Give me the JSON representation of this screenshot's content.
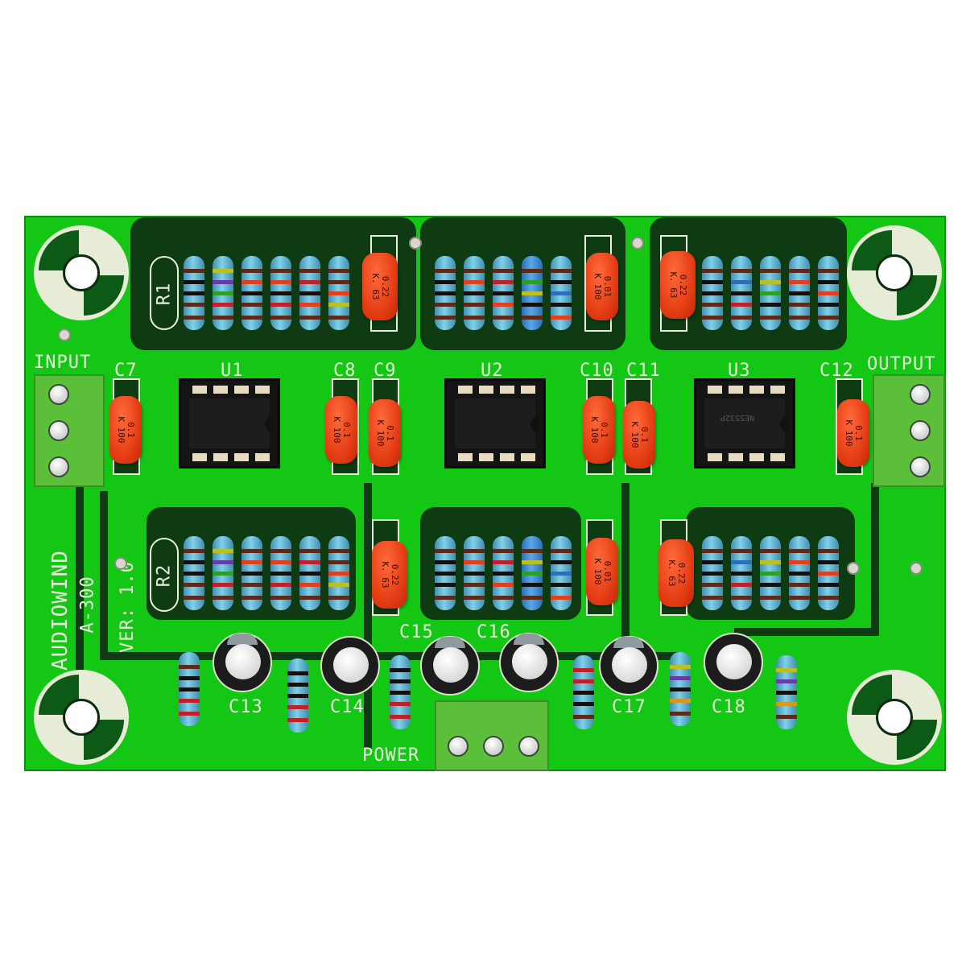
{
  "board": {
    "brand": "AUDIOWIND",
    "model": "A-300",
    "version": "VER: 1.0",
    "colors": {
      "solder_mask": "#15c715",
      "copper_pour": "#0f3b12",
      "silkscreen": "#e8f0dc",
      "terminal": "#5bbf3a"
    }
  },
  "connectors": {
    "input": {
      "label": "INPUT",
      "positions": 3
    },
    "output": {
      "label": "OUTPUT",
      "positions": 3
    },
    "power": {
      "label": "POWER",
      "positions": 3
    }
  },
  "ics": [
    {
      "ref": "U1",
      "marking": ""
    },
    {
      "ref": "U2",
      "marking": ""
    },
    {
      "ref": "U3",
      "marking": "NE5532P"
    }
  ],
  "resistor_banks": [
    {
      "ref": "R1"
    },
    {
      "ref": "R2"
    }
  ],
  "film_caps": [
    {
      "ref": "C7",
      "value": "0.1\nK 100"
    },
    {
      "ref": "C8",
      "value": "0.1\nK 100"
    },
    {
      "ref": "C9",
      "value": "0.1\nK 100"
    },
    {
      "ref": "C10",
      "value": "0.1\nK 100"
    },
    {
      "ref": "C11",
      "value": "0.1\nK 100"
    },
    {
      "ref": "C12",
      "value": "0.1\nK 100"
    },
    {
      "ref": "top1",
      "value": "0.22\nK. 63"
    },
    {
      "ref": "top2",
      "value": "0.01\nK 100"
    },
    {
      "ref": "top3",
      "value": "0.22\nK. 63"
    },
    {
      "ref": "bot1",
      "value": "0.22\nK. 63"
    },
    {
      "ref": "bot2",
      "value": "0.01\nK 100"
    },
    {
      "ref": "bot3",
      "value": "0.22\nK. 63"
    }
  ],
  "electrolytic_caps": [
    {
      "ref": "C13"
    },
    {
      "ref": "C14"
    },
    {
      "ref": "C15"
    },
    {
      "ref": "C16"
    },
    {
      "ref": "C17"
    },
    {
      "ref": "C18"
    }
  ]
}
